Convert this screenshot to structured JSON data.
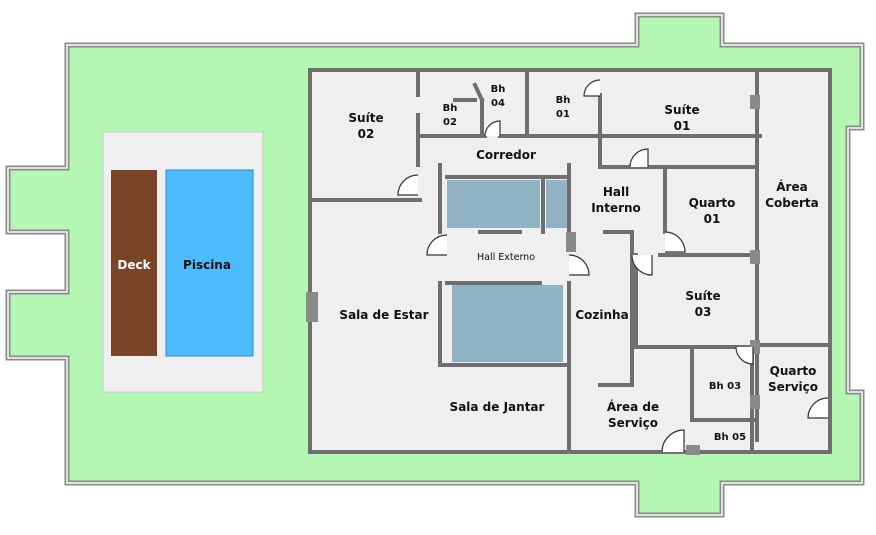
{
  "colors": {
    "lawn": "#b3f7b3",
    "floor": "#efefef",
    "wall": "#6f6f6f",
    "deck": "#7a4526",
    "pool": "#4dbcff",
    "tile": "#8fb3c2",
    "pool_area": "#efefef"
  },
  "outdoor": {
    "deck": "Deck",
    "pool": "Piscina"
  },
  "rooms": {
    "suite02": [
      "Suíte",
      "02"
    ],
    "bh02": [
      "Bh",
      "02"
    ],
    "bh04": [
      "Bh",
      "04"
    ],
    "bh01": [
      "Bh",
      "01"
    ],
    "suite01": [
      "Suíte",
      "01"
    ],
    "corredor": "Corredor",
    "hall_interno": [
      "Hall",
      "Interno"
    ],
    "quarto01": [
      "Quarto",
      "01"
    ],
    "area_coberta": [
      "Área",
      "Coberta"
    ],
    "hall_externo": "Hall Externo",
    "sala_estar": "Sala de Estar",
    "cozinha": "Cozinha",
    "suite03": [
      "Suíte",
      "03"
    ],
    "bh03": "Bh 03",
    "quarto_servico": [
      "Quarto",
      "Serviço"
    ],
    "sala_jantar": "Sala de Jantar",
    "area_servico": [
      "Área de",
      "Serviço"
    ],
    "bh05": "Bh 05"
  }
}
